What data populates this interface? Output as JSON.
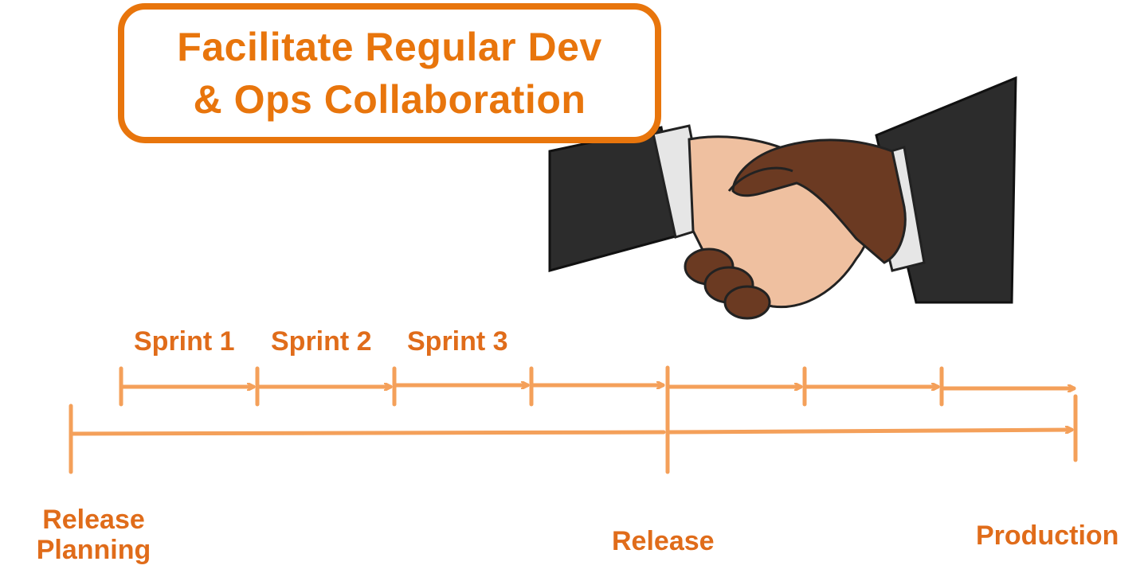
{
  "title": {
    "line1": "Facilitate Regular Dev",
    "line2": "& Ops Collaboration"
  },
  "illustration": {
    "icon": "handshake-illustration"
  },
  "sprints": [
    "Sprint 1",
    "Sprint 2",
    "Sprint 3"
  ],
  "milestones": {
    "start_line1": "Release",
    "start_line2": "Planning",
    "release": "Release",
    "production": "Production"
  },
  "colors": {
    "accent": "#e8750c",
    "timeline": "#f4a05a",
    "label": "#e06c1a",
    "suit": "#2c2c2c",
    "light_hand": "#efc0a0",
    "dark_hand": "#6b3a22"
  }
}
